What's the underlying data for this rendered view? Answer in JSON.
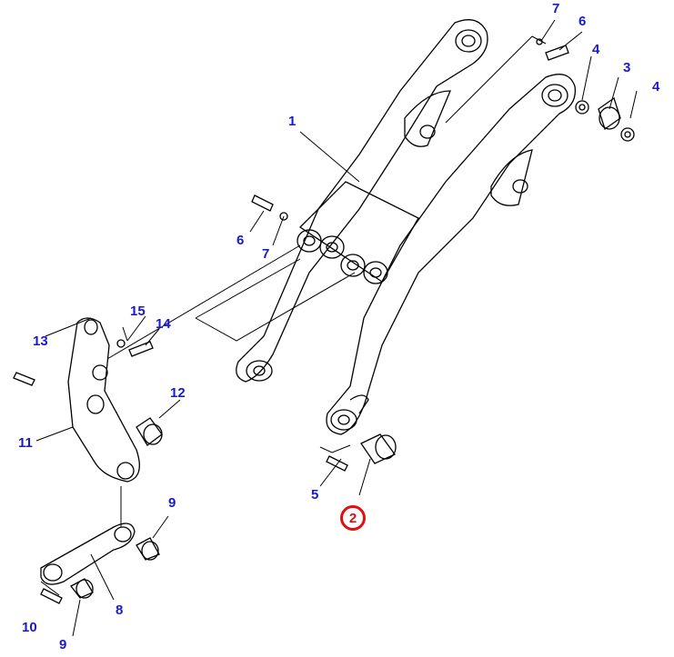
{
  "diagram": {
    "label_color": "#1a1acc",
    "highlight_color": "#e01010",
    "callouts": [
      {
        "id": "c7a",
        "text": "7"
      },
      {
        "id": "c6a",
        "text": "6"
      },
      {
        "id": "c4a",
        "text": "4"
      },
      {
        "id": "c3",
        "text": "3"
      },
      {
        "id": "c4b",
        "text": "4"
      },
      {
        "id": "c1",
        "text": "1"
      },
      {
        "id": "c6b",
        "text": "6"
      },
      {
        "id": "c7b",
        "text": "7"
      },
      {
        "id": "c15",
        "text": "15"
      },
      {
        "id": "c14",
        "text": "14"
      },
      {
        "id": "c13",
        "text": "13"
      },
      {
        "id": "c12",
        "text": "12"
      },
      {
        "id": "c11",
        "text": "11"
      },
      {
        "id": "c5",
        "text": "5"
      },
      {
        "id": "c9a",
        "text": "9"
      },
      {
        "id": "c8",
        "text": "8"
      },
      {
        "id": "c10",
        "text": "10"
      },
      {
        "id": "c9b",
        "text": "9"
      }
    ],
    "highlighted": {
      "text": "2"
    }
  }
}
